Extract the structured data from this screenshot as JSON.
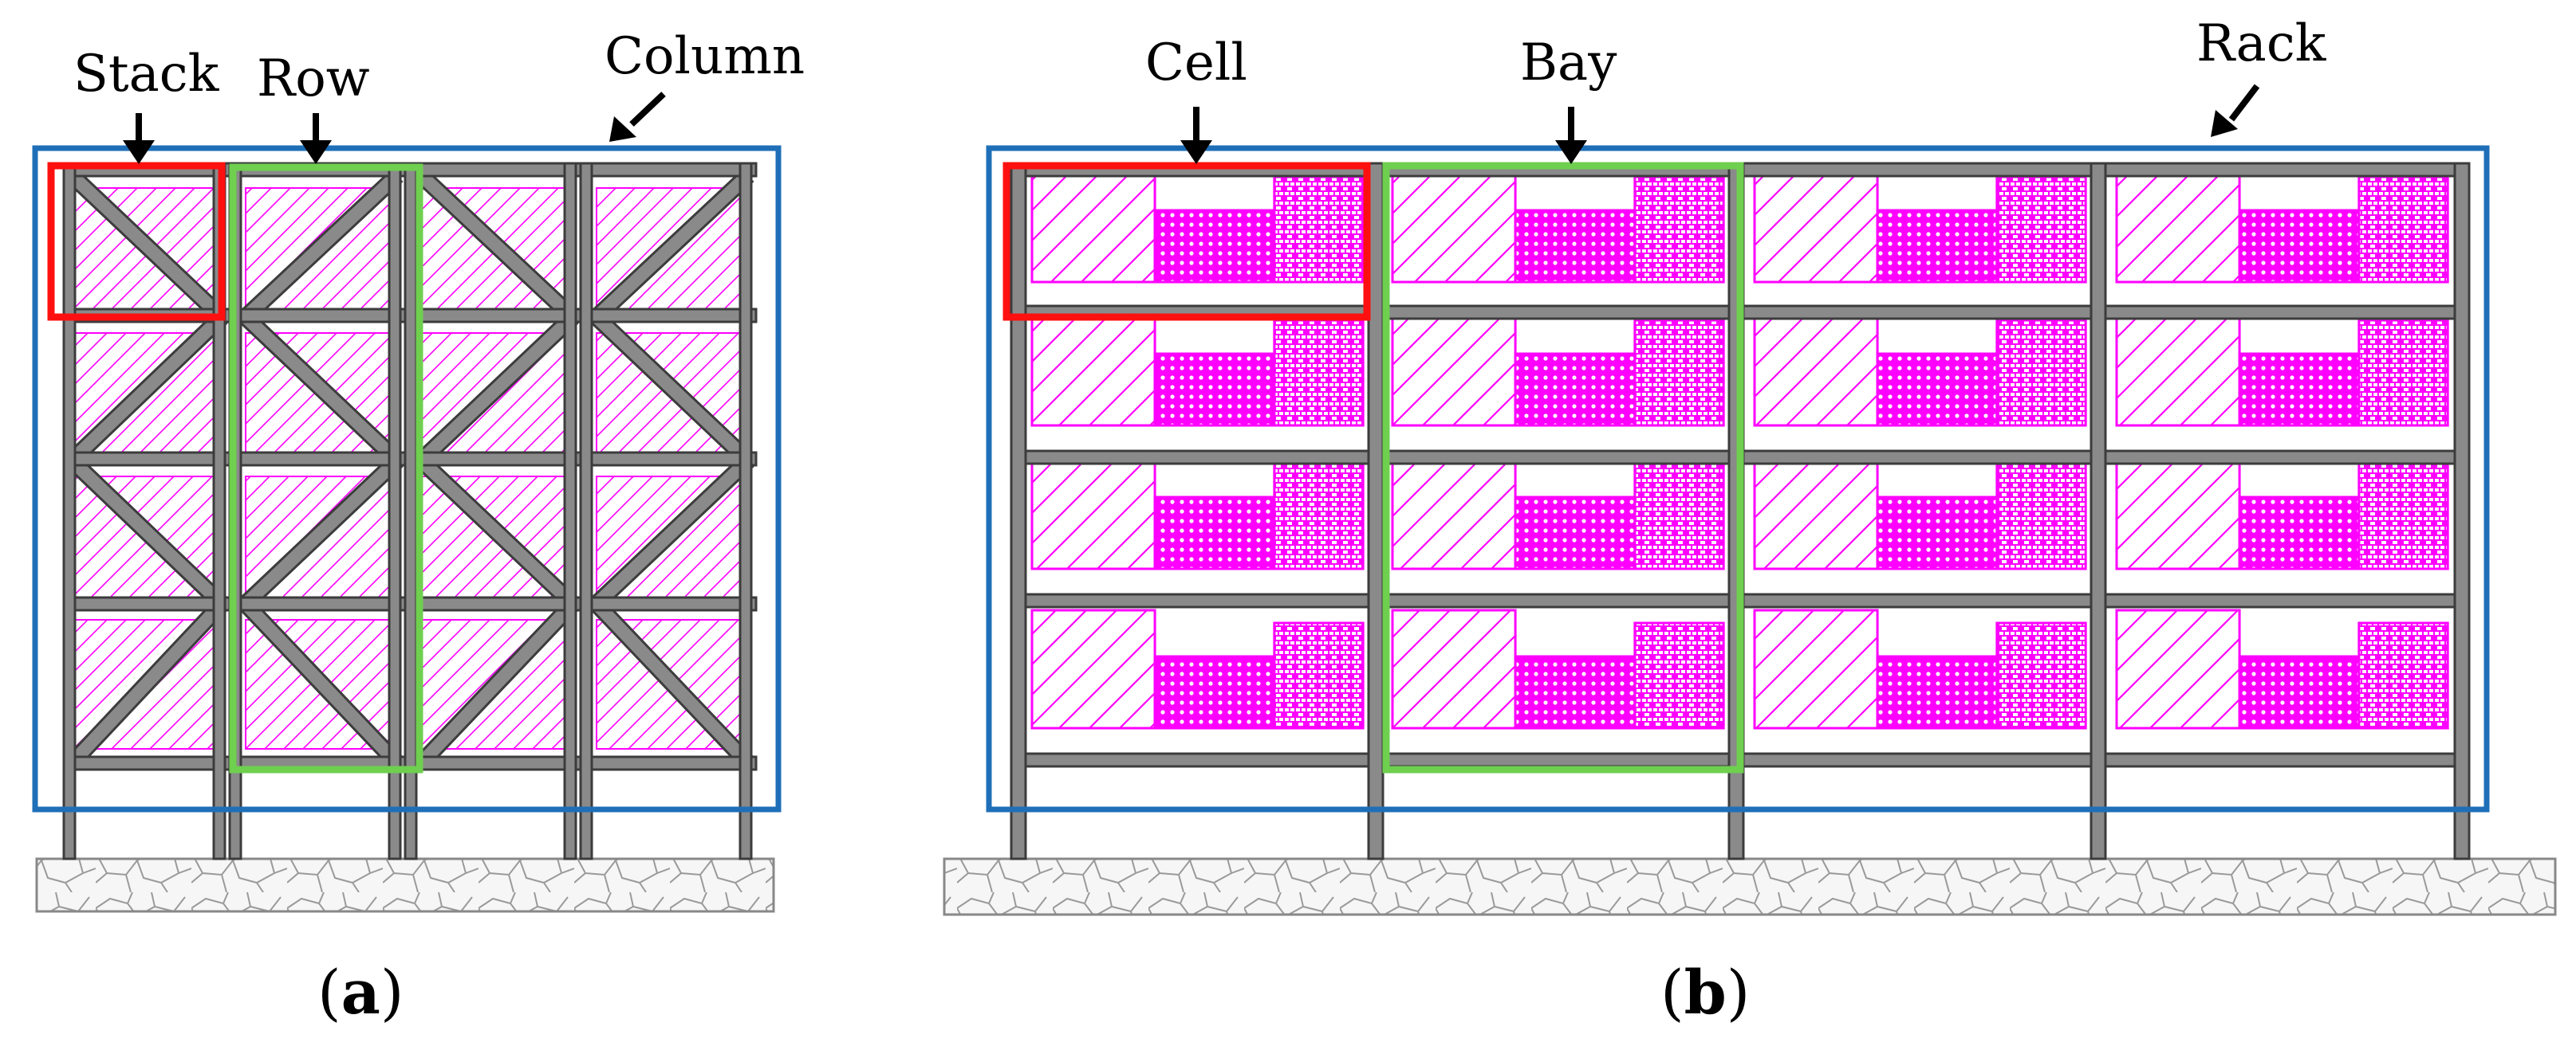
{
  "figure_a": {
    "labels": {
      "stack": "Stack",
      "row": "Row",
      "column": "Column"
    },
    "caption": {
      "open": "(",
      "letter": "a",
      "close": ")"
    }
  },
  "figure_b": {
    "labels": {
      "cell": "Cell",
      "bay": "Bay",
      "rack": "Rack"
    },
    "caption": {
      "open": "(",
      "letter": "b",
      "close": ")"
    }
  },
  "colors": {
    "frame": "#8a8a8a",
    "frame_edge": "#3c3c3c",
    "goods": "#ff00ff",
    "highlight_red": "#ff1010",
    "highlight_green": "#6fcf4f",
    "highlight_blue": "#1f6fb8",
    "floor": "#888888"
  }
}
